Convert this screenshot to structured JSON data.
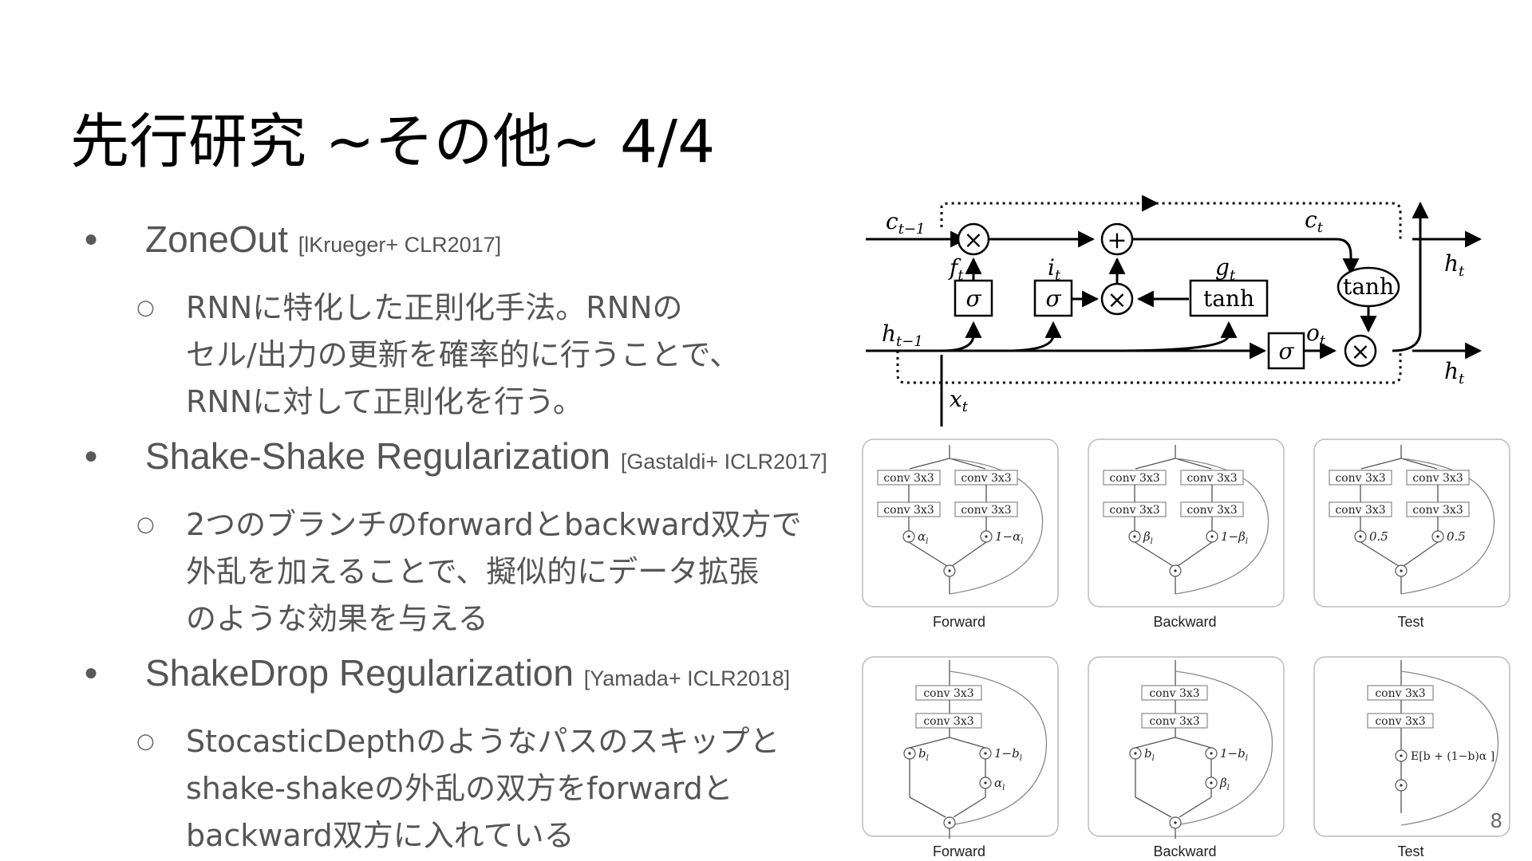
{
  "slide": {
    "title": "先行研究 ~その他~ 4/4",
    "page_number": "8"
  },
  "bullets": [
    {
      "title": "ZoneOut",
      "ref": "[lKrueger+ CLR2017]",
      "sub_lines": [
        "RNNに特化した正則化手法。RNNの",
        "セル/出力の更新を確率的に行うことで、",
        "RNNに対して正則化を行う。"
      ]
    },
    {
      "title": "Shake-Shake Regularization",
      "ref": "[Gastaldi+ ICLR2017]",
      "sub_lines": [
        "2つのブランチのforwardとbackward双方で",
        "外乱を加えることで、擬似的にデータ拡張",
        "のような効果を与える"
      ]
    },
    {
      "title": "ShakeDrop Regularization",
      "ref": "[Yamada+ ICLR2018]",
      "sub_lines": [
        "StocasticDepthのようなパスのスキップと",
        "shake-shakeの外乱の双方をforwardと",
        "backward双方に入れている"
      ]
    }
  ],
  "lstm_figure": {
    "c_prev": "c",
    "c_prev_sub": "t−1",
    "h_prev": "h",
    "h_prev_sub": "t−1",
    "x": "x",
    "x_sub": "t",
    "c_out": "c",
    "c_out_sub": "t",
    "h_out_top": "h",
    "h_out_top_sub": "t",
    "h_out_bottom": "h",
    "h_out_bottom_sub": "t",
    "f": "f",
    "f_sub": "t",
    "i": "i",
    "i_sub": "t",
    "g": "g",
    "g_sub": "t",
    "o": "o",
    "o_sub": "t",
    "sigma": "σ",
    "tanh": "tanh",
    "times": "×",
    "plus": "+"
  },
  "shake_shake": {
    "conv": "conv 3x3",
    "panels": [
      {
        "caption": "Forward",
        "left_coef": "α",
        "left_sub": "l",
        "right_coef": "1−α",
        "right_sub": "l"
      },
      {
        "caption": "Backward",
        "left_coef": "β",
        "left_sub": "l",
        "right_coef": "1−β",
        "right_sub": "l"
      },
      {
        "caption": "Test",
        "left_coef": "0.5",
        "left_sub": "",
        "right_coef": "0.5",
        "right_sub": ""
      }
    ]
  },
  "shake_drop": {
    "conv": "conv 3x3",
    "panels": [
      {
        "caption": "Forward",
        "b_left": "b",
        "b_sub": "l",
        "b_right": "1−b",
        "coef": "α",
        "coef_sub": "l"
      },
      {
        "caption": "Backward",
        "b_left": "b",
        "b_sub": "l",
        "b_right": "1−b",
        "coef": "β",
        "coef_sub": "l"
      },
      {
        "caption": "Test",
        "expectation": "E[b + (1−b)α ]"
      }
    ]
  }
}
